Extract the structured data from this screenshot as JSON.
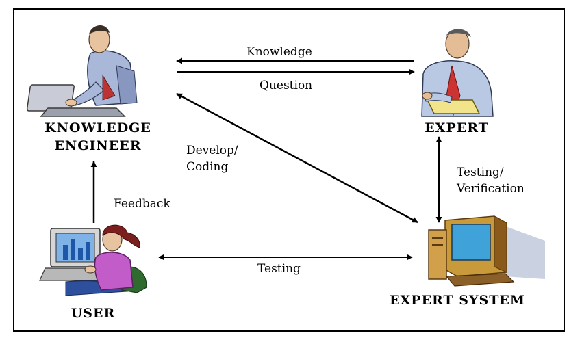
{
  "nodes": {
    "knowledge_engineer": {
      "line1": "KNOWLEDGE",
      "line2": "ENGINEER"
    },
    "expert": "EXPERT",
    "user": "USER",
    "expert_system": "EXPERT SYSTEM"
  },
  "edges": {
    "knowledge": "Knowledge",
    "question": "Question",
    "develop_line1": "Develop/",
    "develop_line2": "Coding",
    "testing_verification_line1": "Testing/",
    "testing_verification_line2": "Verification",
    "feedback": "Feedback",
    "testing": "Testing"
  },
  "icons": {
    "knowledge_engineer": "person-at-laptop-icon",
    "expert": "expert-writing-icon",
    "user": "woman-at-computer-icon",
    "expert_system": "desktop-computer-icon"
  }
}
